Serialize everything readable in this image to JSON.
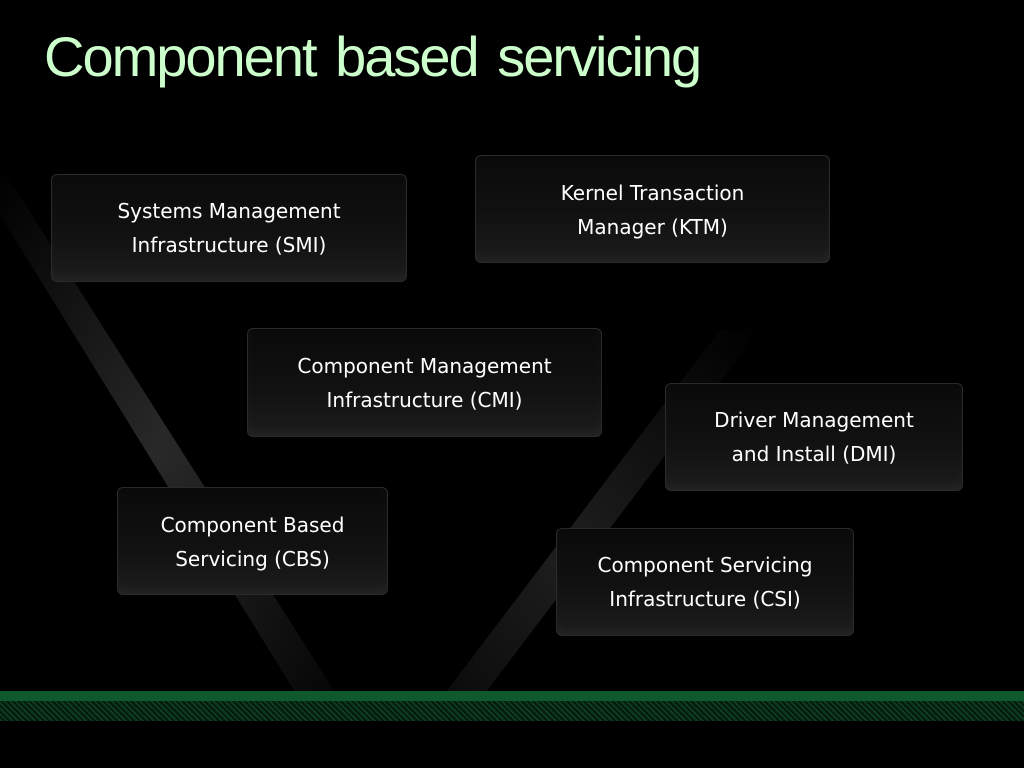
{
  "slide": {
    "title": "Component  based servicing",
    "colors": {
      "background": "#000000",
      "title": "#ccffcc",
      "box_text": "#ffffff",
      "footer_band": "#0e5a2e"
    }
  },
  "components": {
    "smi": "Systems Management\nInfrastructure (SMI)",
    "ktm": "Kernel Transaction\nManager (KTM)",
    "cmi": "Component Management\nInfrastructure (CMI)",
    "dmi": "Driver Management\nand Install (DMI)",
    "cbs": "Component Based\nServicing (CBS)",
    "csi": "Component Servicing\nInfrastructure (CSI)"
  }
}
